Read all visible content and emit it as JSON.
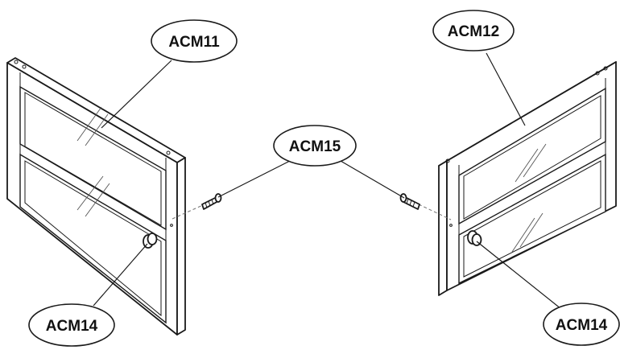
{
  "callouts": {
    "left_door": "ACM11",
    "right_door": "ACM12",
    "hinge_pin": "ACM15",
    "left_knob": "ACM14",
    "right_knob": "ACM14"
  }
}
